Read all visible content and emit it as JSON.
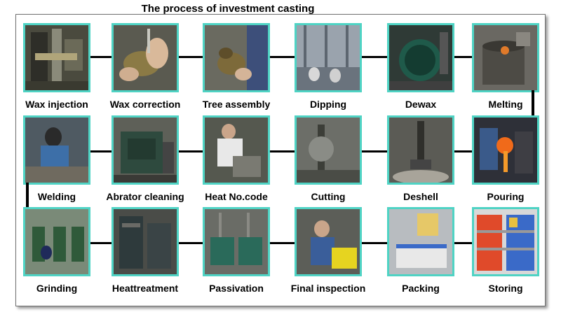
{
  "title": "The process of investment casting",
  "colors": {
    "photo_border": "#4fd3c4",
    "connector": "#000000"
  },
  "rows": [
    {
      "steps": [
        {
          "label": "Wax injection",
          "icon": "machine-photo"
        },
        {
          "label": "Wax correction",
          "icon": "hands-photo"
        },
        {
          "label": "Tree assembly",
          "icon": "assembly-photo"
        },
        {
          "label": "Dipping",
          "icon": "dipping-photo"
        },
        {
          "label": "Dewax",
          "icon": "autoclave-photo"
        },
        {
          "label": "Melting",
          "icon": "furnace-photo"
        }
      ]
    },
    {
      "steps": [
        {
          "label": "Welding",
          "icon": "welder-photo"
        },
        {
          "label": "Abrator cleaning",
          "icon": "blaster-photo"
        },
        {
          "label": "Heat No.code",
          "icon": "worker-photo"
        },
        {
          "label": "Cutting",
          "icon": "saw-photo"
        },
        {
          "label": "Deshell",
          "icon": "deshell-photo"
        },
        {
          "label": "Pouring",
          "icon": "pouring-photo"
        }
      ]
    },
    {
      "steps": [
        {
          "label": "Grinding",
          "icon": "grinding-photo"
        },
        {
          "label": "Heattreatment",
          "icon": "oven-photo"
        },
        {
          "label": "Passivation",
          "icon": "tanks-photo"
        },
        {
          "label": "Final inspection",
          "icon": "inspection-photo"
        },
        {
          "label": "Packing",
          "icon": "packing-photo"
        },
        {
          "label": "Storing",
          "icon": "shelves-photo"
        }
      ]
    }
  ]
}
